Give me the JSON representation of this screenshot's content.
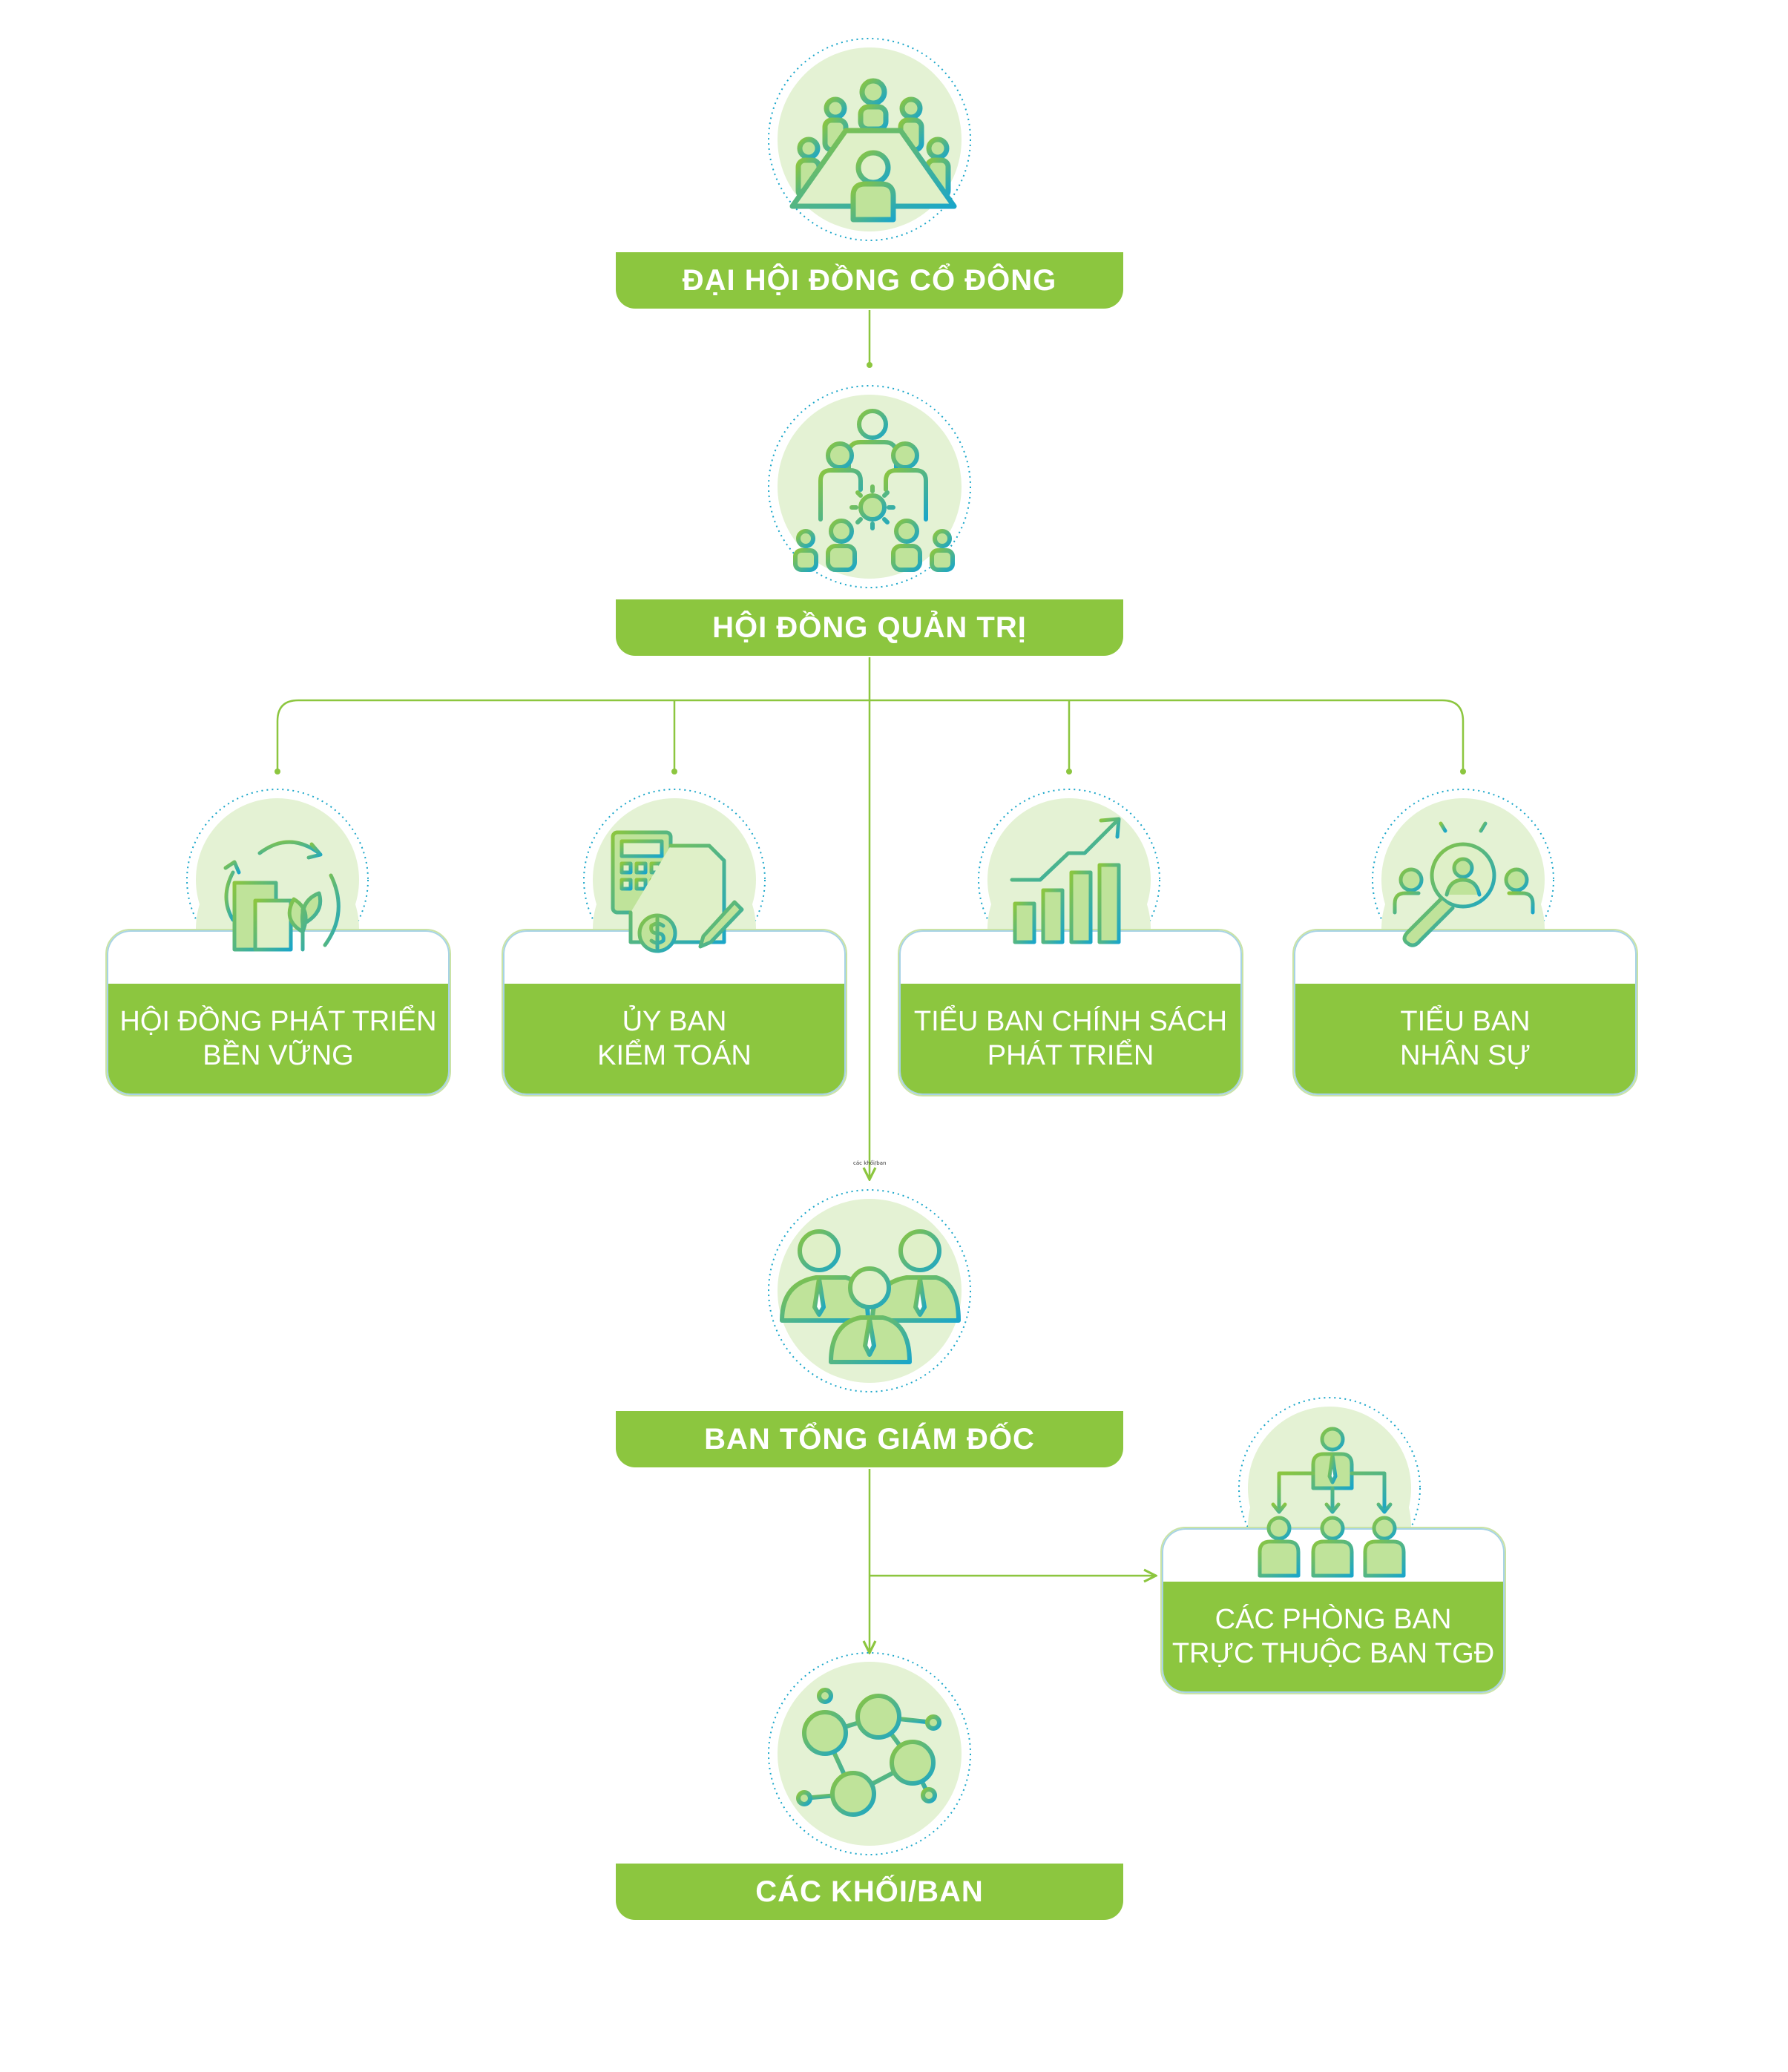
{
  "colors": {
    "green": "#8cc63f",
    "teal": "#1aa6c9",
    "line": "#8cc63f",
    "circle": "#e4f2d4"
  },
  "nodes": {
    "shareholders": {
      "label": "ĐẠI HỘI ĐỒNG CỔ ĐÔNG",
      "icon": "meeting-table-icon"
    },
    "board": {
      "label": "HỘI ĐỒNG QUẢN TRỊ",
      "icon": "team-gear-icon"
    },
    "ceo_board": {
      "label": "BAN TỔNG GIÁM ĐỐC",
      "icon": "executives-icon"
    },
    "divisions": {
      "label": "CÁC KHỐI/BAN",
      "icon": "network-people-icon"
    }
  },
  "committees": [
    {
      "line1": "HỘI ĐỒNG PHÁT TRIỂN",
      "line2": "BỀN VỮNG",
      "icon": "sustainable-building-icon"
    },
    {
      "line1": "ỦY BAN",
      "line2": "KIỂM TOÁN",
      "icon": "calculator-invoice-icon"
    },
    {
      "line1": "TIỂU BAN CHÍNH SÁCH",
      "line2": "PHÁT TRIỂN",
      "icon": "growth-chart-icon"
    },
    {
      "line1": "TIỂU BAN",
      "line2": "NHÂN SỰ",
      "icon": "people-search-icon"
    }
  ],
  "side_unit": {
    "line1": "CÁC PHÒNG BAN",
    "line2": "TRỰC THUỘC BAN TGĐ",
    "icon": "org-hierarchy-icon"
  },
  "tiny_note": "các khối/ban"
}
